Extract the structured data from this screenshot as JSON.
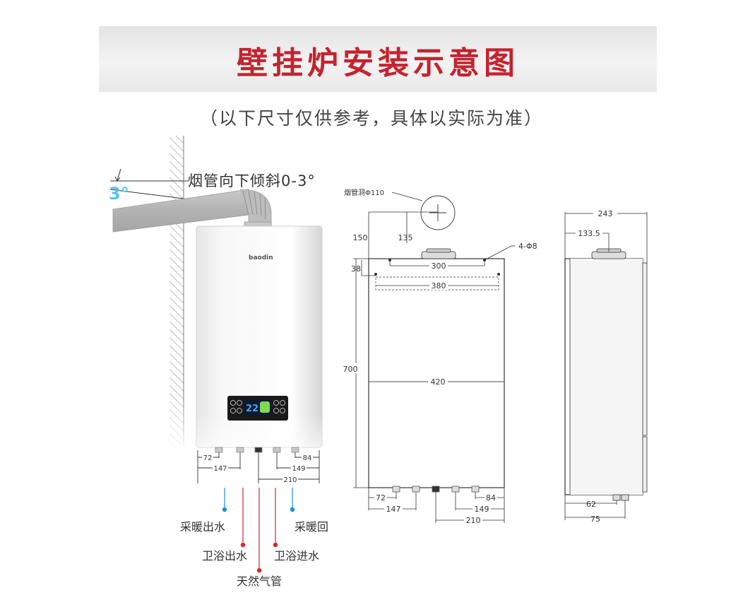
{
  "header": {
    "title": "壁挂炉安装示意图",
    "subtitle": "（以下尺寸仅供参考，具体以实际为准）"
  },
  "left_view": {
    "slope_label": "烟管向下倾斜0-3°",
    "angle_value": "3°",
    "brand": "baodin",
    "display_temp": "22",
    "dims": {
      "a": "72",
      "b": "147",
      "c": "84",
      "d": "149",
      "e": "210"
    },
    "connections": {
      "heating_out": "采暖出水",
      "heating_return": "采暖回",
      "bath_out": "卫浴出水",
      "bath_in": "卫浴进水",
      "gas": "天然气管"
    }
  },
  "front_view": {
    "flue_hole": "烟管洞Φ110",
    "holes": "4-Φ8",
    "dims": {
      "d150": "150",
      "d135": "135",
      "d38": "38",
      "d300": "300",
      "d380": "380",
      "d700": "700",
      "d420": "420",
      "d72": "72",
      "d147": "147",
      "d84": "84",
      "d149": "149",
      "d210": "210"
    }
  },
  "side_view": {
    "dims": {
      "depth": "243",
      "offset": "133.5",
      "pipe_a": "62",
      "pipe_b": "75"
    }
  },
  "colors": {
    "title_red": "#c4232f",
    "angle_blue": "#5bc0ec",
    "hot_red": "#d9262c",
    "cold_blue": "#1f8fd6",
    "line": "#333333"
  }
}
